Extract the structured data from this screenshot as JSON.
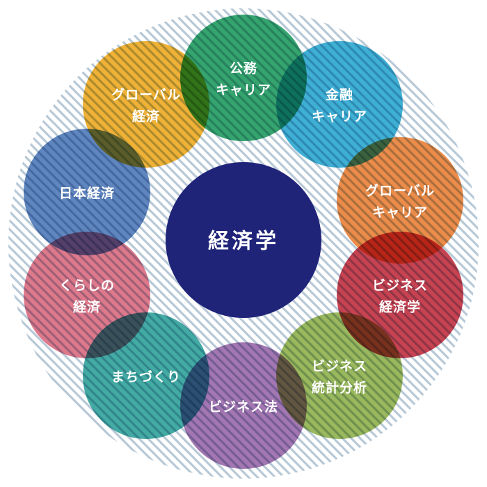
{
  "center": {
    "label": "経済学",
    "color": "#1f2479"
  },
  "nodes": [
    {
      "id": "public-career",
      "lines": [
        "公務",
        "キャリア"
      ],
      "color": "#1f9a5f"
    },
    {
      "id": "finance-career",
      "lines": [
        "金融",
        "キャリア"
      ],
      "color": "#2aa7cf"
    },
    {
      "id": "global-career",
      "lines": [
        "グローバル",
        "キャリア"
      ],
      "color": "#ea7f36"
    },
    {
      "id": "business-econ",
      "lines": [
        "ビジネス",
        "経済学"
      ],
      "color": "#c12f3f"
    },
    {
      "id": "business-stats",
      "lines": [
        "ビジネス",
        "統計分析"
      ],
      "color": "#8fb04b"
    },
    {
      "id": "business-law",
      "lines": [
        "ビジネス法"
      ],
      "color": "#9968a8"
    },
    {
      "id": "community",
      "lines": [
        "まちづくり"
      ],
      "color": "#2fa29a"
    },
    {
      "id": "life-econ",
      "lines": [
        "くらしの",
        "経済"
      ],
      "color": "#da6a80"
    },
    {
      "id": "japan-econ",
      "lines": [
        "日本経済"
      ],
      "color": "#4f79b9"
    },
    {
      "id": "global-econ",
      "lines": [
        "グローバル",
        "経済"
      ],
      "color": "#eea821"
    }
  ],
  "backdrop": {
    "stripe_color": "#b7c8d6"
  }
}
